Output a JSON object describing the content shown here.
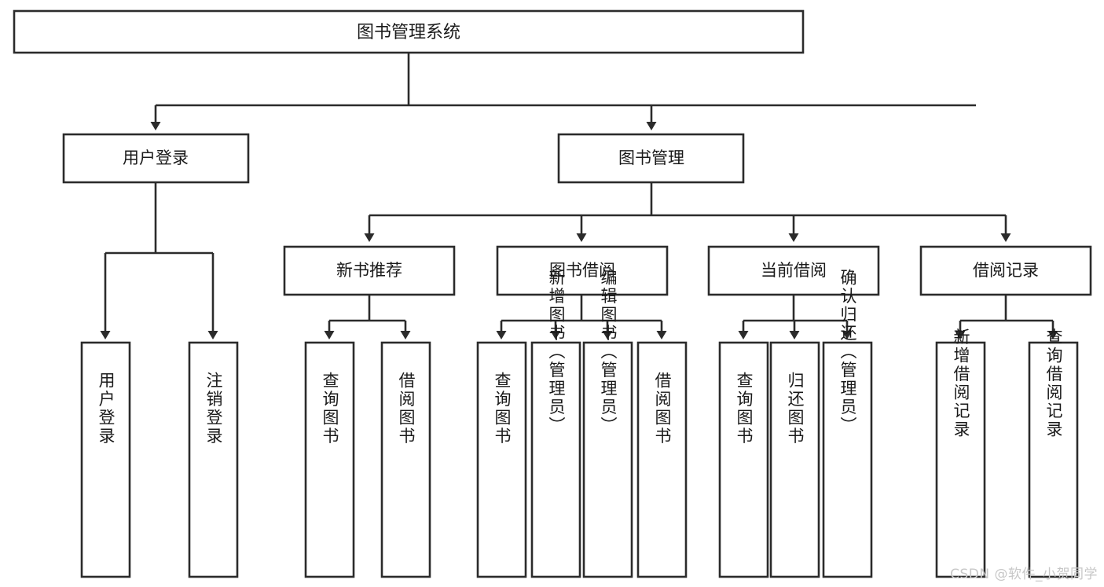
{
  "diagram": {
    "title": "图书管理系统",
    "type": "tree-hierarchy",
    "watermark": "CSDN @软件_小贺同学",
    "colors": {
      "background": "#ffffff",
      "box_fill": "#ffffff",
      "box_stroke": "#2b2b2b",
      "text": "#1a1a1a",
      "watermark": "#c7c7c7"
    },
    "root": {
      "label": "图书管理系统"
    },
    "level2": [
      {
        "label": "用户登录"
      },
      {
        "label": "图书管理"
      }
    ],
    "level3": [
      {
        "label": "新书推荐"
      },
      {
        "label": "图书借阅"
      },
      {
        "label": "当前借阅"
      },
      {
        "label": "借阅记录"
      }
    ],
    "leaves": {
      "user_login": [
        {
          "label": "用户登录"
        },
        {
          "label": "注销登录"
        }
      ],
      "new_book_recommend": [
        {
          "label": "查询图书"
        },
        {
          "label": "借阅图书"
        }
      ],
      "book_borrow": [
        {
          "label": "查询图书"
        },
        {
          "label": "新增图书（管理员）"
        },
        {
          "label": "编辑图书（管理员）"
        },
        {
          "label": "借阅图书"
        }
      ],
      "current_borrow": [
        {
          "label": "查询图书"
        },
        {
          "label": "归还图书"
        },
        {
          "label": "确认归还（管理员）"
        }
      ],
      "borrow_record": [
        {
          "label": "新增借阅记录"
        },
        {
          "label": "查询借阅记录"
        }
      ]
    }
  }
}
